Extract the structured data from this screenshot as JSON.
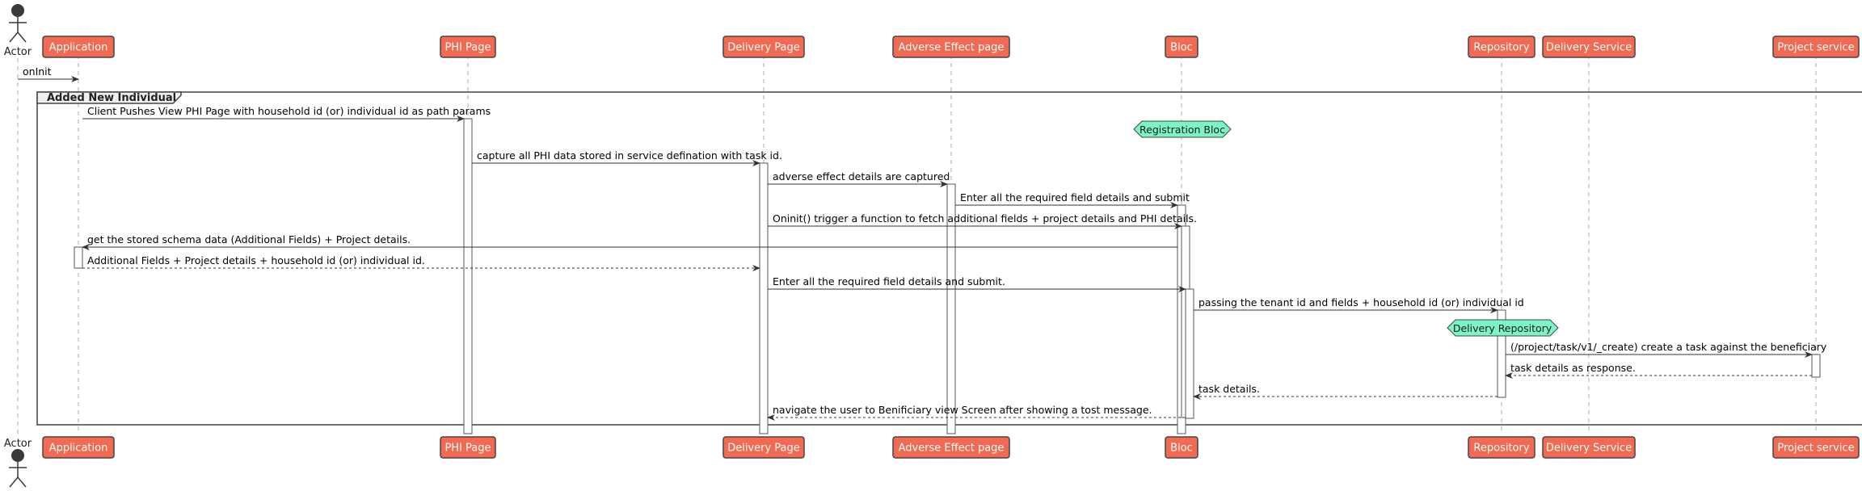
{
  "actor": {
    "label": "Actor"
  },
  "participants": [
    {
      "id": "app",
      "label": "Application"
    },
    {
      "id": "phi",
      "label": "PHI Page"
    },
    {
      "id": "delivery",
      "label": "Delivery Page"
    },
    {
      "id": "adverse",
      "label": "Adverse Effect page"
    },
    {
      "id": "bloc",
      "label": "Bloc"
    },
    {
      "id": "repo",
      "label": "Repository"
    },
    {
      "id": "dservice",
      "label": "Delivery Service"
    },
    {
      "id": "project",
      "label": "Project service"
    }
  ],
  "group": {
    "label": "Added New Individual"
  },
  "notes": [
    {
      "label": "Registration Bloc"
    },
    {
      "label": "Delivery Repository"
    }
  ],
  "messages": [
    {
      "from": "actor",
      "to": "app",
      "text": "onInit",
      "dashed": false
    },
    {
      "from": "app",
      "to": "phi",
      "text": "Client Pushes View PHI Page with household id (or) individual id  as path params",
      "dashed": false
    },
    {
      "from": "phi",
      "to": "delivery",
      "text": "capture all PHI data stored in service defination with task id.",
      "dashed": false
    },
    {
      "from": "delivery",
      "to": "adverse",
      "text": "adverse effect details are captured",
      "dashed": false
    },
    {
      "from": "adverse",
      "to": "bloc",
      "text": "Enter all the required field details and submit",
      "dashed": false
    },
    {
      "from": "delivery",
      "to": "bloc",
      "text": "Oninit() trigger a function to fetch additional fields + project details and  PHI details.",
      "dashed": false
    },
    {
      "from": "bloc",
      "to": "app",
      "text": "get the stored schema data (Additional Fields) + Project details.",
      "dashed": false
    },
    {
      "from": "app",
      "to": "delivery",
      "text": "Additional Fields + Project details + household id (or) individual id.",
      "dashed": true
    },
    {
      "from": "delivery",
      "to": "bloc",
      "text": "Enter all the required field details and submit.",
      "dashed": false
    },
    {
      "from": "bloc",
      "to": "repo",
      "text": "passing the tenant id and fields + household id (or) individual id",
      "dashed": false
    },
    {
      "from": "repo",
      "to": "project",
      "text": "(/project/task/v1/_create)  create a task against the beneficiary",
      "dashed": false
    },
    {
      "from": "project",
      "to": "repo",
      "text": "task details as response.",
      "dashed": true
    },
    {
      "from": "repo",
      "to": "bloc",
      "text": "task details.",
      "dashed": true
    },
    {
      "from": "bloc",
      "to": "delivery",
      "text": "navigate the user to Benificiary view Screen after showing a tost message.",
      "dashed": true
    }
  ]
}
